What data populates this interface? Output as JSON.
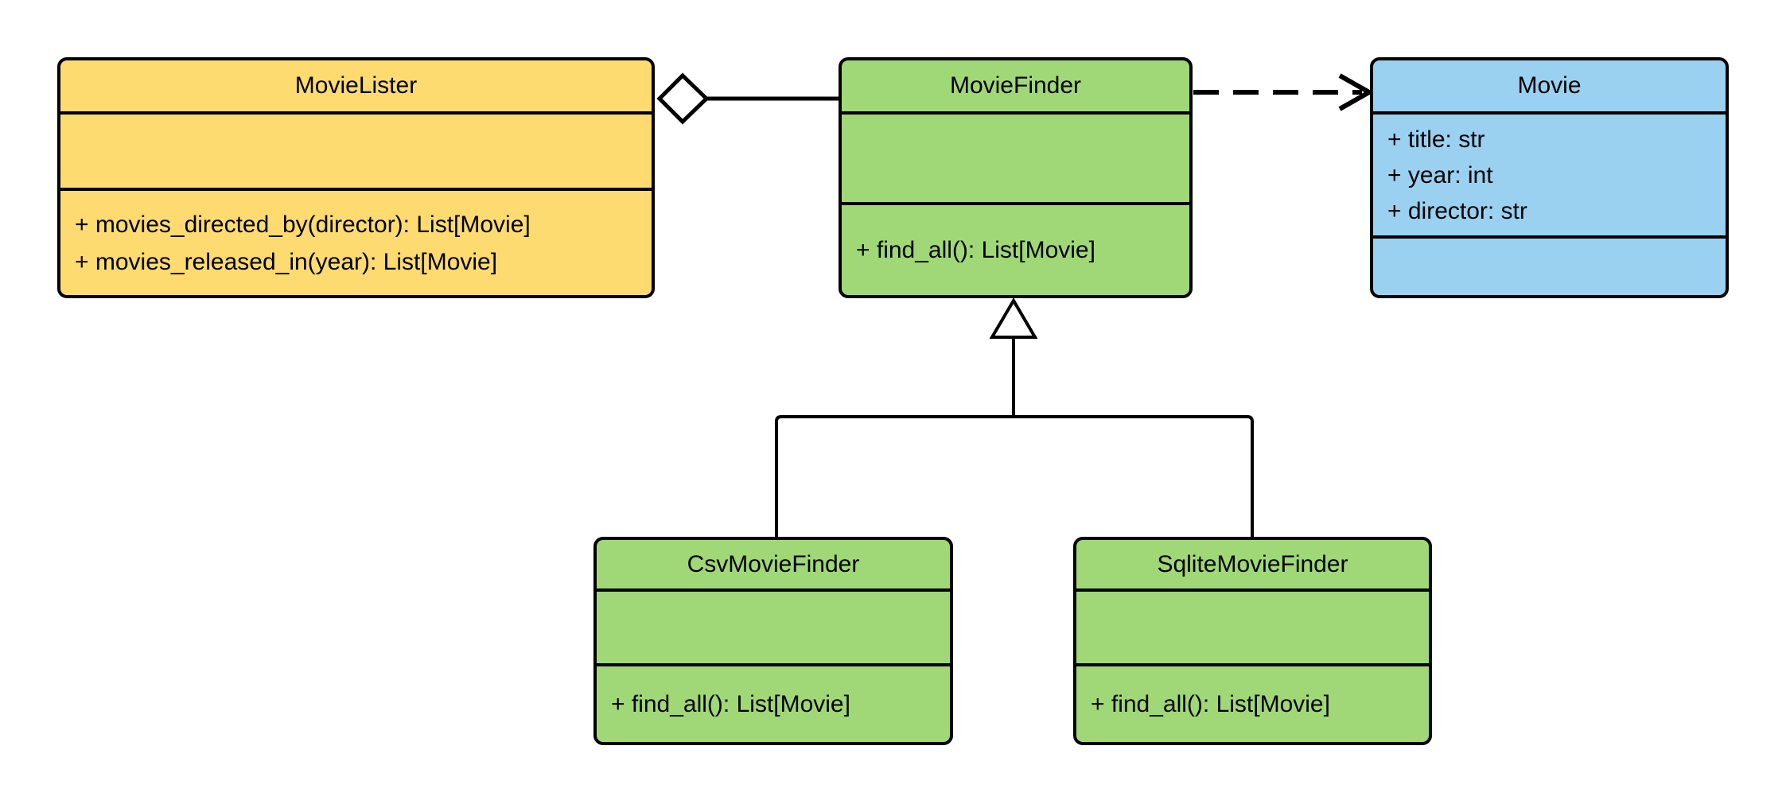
{
  "diagram": {
    "type": "uml-class-diagram",
    "background": "#ffffff",
    "stroke_color": "#000000"
  },
  "classes": {
    "movie_lister": {
      "name": "MovieLister",
      "fill": "#FDDB70",
      "attributes": [],
      "methods": [
        "+ movies_directed_by(director): List[Movie]",
        "+ movies_released_in(year): List[Movie]"
      ]
    },
    "movie_finder": {
      "name": "MovieFinder",
      "fill": "#A0D878",
      "attributes": [],
      "methods": [
        "+ find_all(): List[Movie]"
      ]
    },
    "movie": {
      "name": "Movie",
      "fill": "#9AD1F0",
      "attributes": [
        "+ title: str",
        "+ year: int",
        "+ director: str"
      ],
      "methods": []
    },
    "csv_movie_finder": {
      "name": "CsvMovieFinder",
      "fill": "#A0D878",
      "attributes": [],
      "methods": [
        "+ find_all(): List[Movie]"
      ]
    },
    "sqlite_movie_finder": {
      "name": "SqliteMovieFinder",
      "fill": "#A0D878",
      "attributes": [],
      "methods": [
        "+ find_all(): List[Movie]"
      ]
    }
  },
  "relationships": [
    {
      "type": "aggregation",
      "from": "MovieLister",
      "to": "MovieFinder",
      "marker": "hollow-diamond",
      "line": "solid"
    },
    {
      "type": "dependency",
      "from": "MovieFinder",
      "to": "Movie",
      "marker": "open-arrow",
      "line": "dashed"
    },
    {
      "type": "inheritance",
      "from": "CsvMovieFinder",
      "to": "MovieFinder",
      "marker": "hollow-triangle",
      "line": "solid"
    },
    {
      "type": "inheritance",
      "from": "SqliteMovieFinder",
      "to": "MovieFinder",
      "marker": "hollow-triangle",
      "line": "solid"
    }
  ]
}
